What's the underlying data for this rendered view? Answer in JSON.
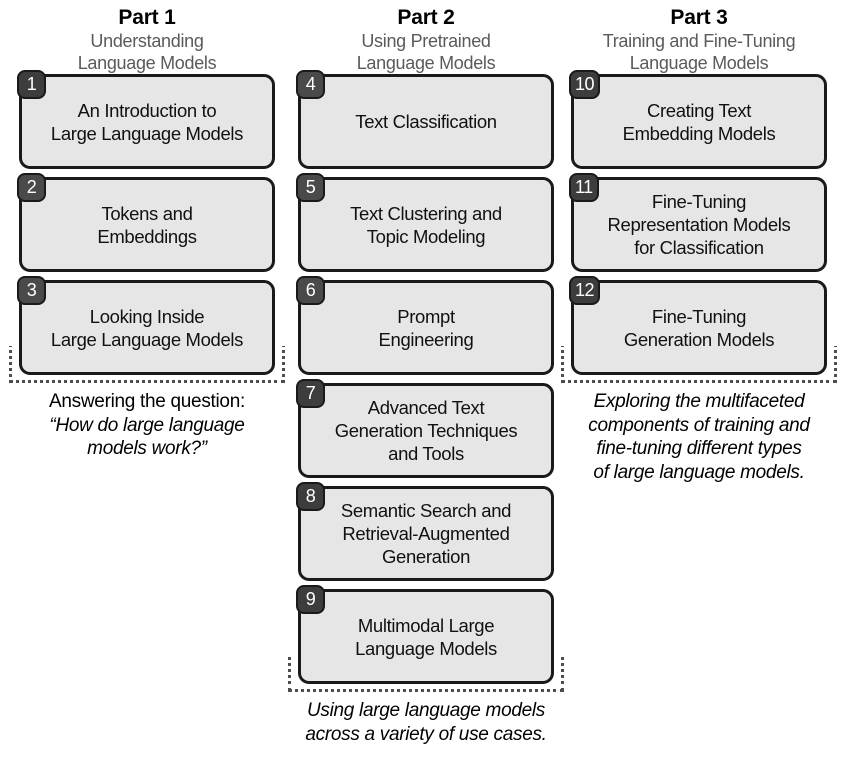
{
  "diagram": {
    "title": "Hands-On Large Language Models book structure",
    "colors": {
      "box_fill": "#e6e6e6",
      "box_border": "#1a1a1a",
      "badge_fill": "#4a4a4a",
      "badge_text": "#ffffff",
      "subtitle_text": "#5a5a5a",
      "bracket": "#4d4d4d",
      "page_background": "#ffffff"
    }
  },
  "columns": [
    {
      "id": "part-1",
      "header": {
        "title": "Part 1",
        "subtitle_line_1": "Understanding",
        "subtitle_line_2": "Language Models"
      },
      "chapters": [
        {
          "number": "1",
          "title": "An Introduction to\nLarge Language Models"
        },
        {
          "number": "2",
          "title": "Tokens and\nEmbeddings"
        },
        {
          "number": "3",
          "title": "Looking Inside\nLarge Language Models"
        }
      ],
      "caption": [
        {
          "text": "Answering the question:",
          "style": "plain"
        },
        {
          "text": "“How do large language",
          "style": "italic"
        },
        {
          "text": "models work?”",
          "style": "italic"
        }
      ]
    },
    {
      "id": "part-2",
      "header": {
        "title": "Part 2",
        "subtitle_line_1": "Using Pretrained",
        "subtitle_line_2": "Language Models"
      },
      "chapters": [
        {
          "number": "4",
          "title": "Text Classification"
        },
        {
          "number": "5",
          "title": "Text Clustering and\nTopic Modeling"
        },
        {
          "number": "6",
          "title": "Prompt\nEngineering"
        },
        {
          "number": "7",
          "title": "Advanced Text\nGeneration Techniques\nand Tools"
        },
        {
          "number": "8",
          "title": "Semantic Search and\nRetrieval-Augmented\nGeneration"
        },
        {
          "number": "9",
          "title": "Multimodal Large\nLanguage Models"
        }
      ],
      "caption": [
        {
          "text": "Using large language models",
          "style": "italic"
        },
        {
          "text": "across a variety of use cases.",
          "style": "italic"
        }
      ]
    },
    {
      "id": "part-3",
      "header": {
        "title": "Part 3",
        "subtitle_line_1": "Training and Fine-Tuning",
        "subtitle_line_2": "Language Models"
      },
      "chapters": [
        {
          "number": "10",
          "title": "Creating Text\nEmbedding Models"
        },
        {
          "number": "11",
          "title": "Fine-Tuning\nRepresentation Models\nfor Classification"
        },
        {
          "number": "12",
          "title": "Fine-Tuning\nGeneration Models"
        }
      ],
      "caption": [
        {
          "text": "Exploring the multifaceted",
          "style": "italic"
        },
        {
          "text": "components of training and",
          "style": "italic"
        },
        {
          "text": "fine-tuning different types",
          "style": "italic"
        },
        {
          "text": "of large language models.",
          "style": "italic"
        }
      ]
    }
  ]
}
